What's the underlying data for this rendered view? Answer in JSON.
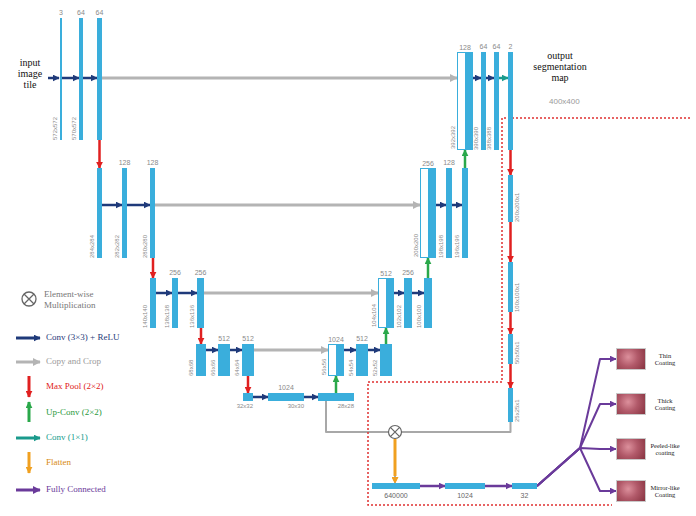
{
  "diagram": {
    "nodes": [
      {
        "text": [
          "3",
          "572x572"
        ]
      },
      {
        "text": [
          "64",
          "570x572"
        ]
      },
      {
        "text": [
          "64"
        ]
      },
      {
        "text": [
          "284x284"
        ]
      },
      {
        "text": [
          "128",
          "282x282"
        ]
      },
      {
        "text": [
          "128",
          "280x280"
        ]
      },
      {
        "text": [
          "140x140"
        ]
      },
      {
        "text": [
          "256",
          "138x138"
        ]
      },
      {
        "text": [
          "256",
          "136x136"
        ]
      },
      {
        "text": [
          "68x68"
        ]
      },
      {
        "text": [
          "512",
          "66x66"
        ]
      },
      {
        "text": [
          "512",
          "64x64"
        ]
      },
      {
        "text": [
          "32x32"
        ]
      },
      {
        "text": [
          "1024",
          "30x30"
        ]
      },
      {
        "text": [
          "28x28"
        ]
      },
      {
        "text": [
          "1024",
          "56x56"
        ]
      },
      {
        "text": [
          "512",
          "54x54"
        ]
      },
      {
        "text": [
          "52x52"
        ]
      },
      {
        "text": [
          "512",
          "104x104"
        ]
      },
      {
        "text": [
          "256",
          "102x102"
        ]
      },
      {
        "text": [
          "100x100"
        ]
      },
      {
        "text": [
          "256",
          "200x200"
        ]
      },
      {
        "text": [
          "128",
          "198x198"
        ]
      },
      {
        "text": [
          "196x196"
        ]
      },
      {
        "text": [
          "128",
          "392x392"
        ]
      },
      {
        "text": [
          "64",
          "390x390"
        ]
      },
      {
        "text": [
          "64",
          "388x388"
        ]
      },
      {
        "text": [
          "2"
        ]
      },
      {
        "text": [
          "200x200x1"
        ]
      },
      {
        "text": [
          "100x100x1"
        ]
      },
      {
        "text": [
          "50x50x1"
        ]
      },
      {
        "text": [
          "25x25x1"
        ]
      },
      {
        "text": [
          "640000"
        ]
      },
      {
        "text": [
          "1024"
        ]
      },
      {
        "text": [
          "32"
        ]
      },
      {
        "text": [
          "Thin Coating"
        ]
      },
      {
        "text": [
          "Thick Coating"
        ]
      },
      {
        "text": [
          "Peeled-like coating"
        ]
      },
      {
        "text": [
          "Mirror-like Coating"
        ]
      }
    ],
    "edges": [
      {
        "from": 0,
        "to": 1,
        "arrow": "to"
      },
      {
        "from": 1,
        "to": 2,
        "arrow": "to"
      },
      {
        "from": 2,
        "to": 24,
        "arrow": "to"
      },
      {
        "from": 2,
        "to": 3,
        "arrow": "to"
      },
      {
        "from": 3,
        "to": 4,
        "arrow": "to"
      },
      {
        "from": 4,
        "to": 5,
        "arrow": "to"
      },
      {
        "from": 5,
        "to": 21,
        "arrow": "to"
      },
      {
        "from": 5,
        "to": 6,
        "arrow": "to"
      },
      {
        "from": 6,
        "to": 7,
        "arrow": "to"
      },
      {
        "from": 7,
        "to": 8,
        "arrow": "to"
      },
      {
        "from": 8,
        "to": 18,
        "arrow": "to"
      },
      {
        "from": 8,
        "to": 9,
        "arrow": "to"
      },
      {
        "from": 9,
        "to": 10,
        "arrow": "to"
      },
      {
        "from": 10,
        "to": 11,
        "arrow": "to"
      },
      {
        "from": 11,
        "to": 15,
        "arrow": "to"
      },
      {
        "from": 11,
        "to": 12,
        "arrow": "to"
      },
      {
        "from": 12,
        "to": 13,
        "arrow": "to"
      },
      {
        "from": 13,
        "to": 14,
        "arrow": "to"
      },
      {
        "from": 14,
        "to": 15,
        "arrow": "to"
      },
      {
        "from": 15,
        "to": 16,
        "arrow": "to"
      },
      {
        "from": 16,
        "to": 17,
        "arrow": "to"
      },
      {
        "from": 17,
        "to": 18,
        "arrow": "to"
      },
      {
        "from": 18,
        "to": 19,
        "arrow": "to"
      },
      {
        "from": 19,
        "to": 20,
        "arrow": "to"
      },
      {
        "from": 20,
        "to": 21,
        "arrow": "to"
      },
      {
        "from": 21,
        "to": 22,
        "arrow": "to"
      },
      {
        "from": 22,
        "to": 23,
        "arrow": "to"
      },
      {
        "from": 23,
        "to": 24,
        "arrow": "to"
      },
      {
        "from": 24,
        "to": 25,
        "arrow": "to"
      },
      {
        "from": 25,
        "to": 26,
        "arrow": "to"
      },
      {
        "from": 26,
        "to": 27,
        "arrow": "to"
      },
      {
        "from": 27,
        "to": 28,
        "arrow": "to"
      },
      {
        "from": 28,
        "to": 29,
        "arrow": "to"
      },
      {
        "from": 29,
        "to": 30,
        "arrow": "to"
      },
      {
        "from": 30,
        "to": 31,
        "arrow": "to"
      },
      {
        "from": 14,
        "to": 32,
        "arrow": "to"
      },
      {
        "from": 31,
        "to": 32,
        "arrow": "to"
      },
      {
        "from": 32,
        "to": 33,
        "arrow": "to"
      },
      {
        "from": 33,
        "to": 34,
        "arrow": "to"
      },
      {
        "from": 34,
        "to": 35,
        "arrow": "to"
      },
      {
        "from": 34,
        "to": 36,
        "arrow": "to"
      },
      {
        "from": 34,
        "to": 37,
        "arrow": "to"
      },
      {
        "from": 34,
        "to": 38,
        "arrow": "to"
      }
    ],
    "labels": [
      "input image tile",
      "output segmentation map",
      "400x400"
    ],
    "legend": [
      {
        "text": "Element-wise Multiplication"
      },
      {
        "text": "Conv (3×3) + ReLU"
      },
      {
        "text": "Copy and Crop"
      },
      {
        "text": "Max Pool (2×2)"
      },
      {
        "text": "Up-Conv (2×2)"
      },
      {
        "text": "Conv (1×1)"
      },
      {
        "text": "Flatten"
      },
      {
        "text": "Fully Connected"
      }
    ]
  }
}
